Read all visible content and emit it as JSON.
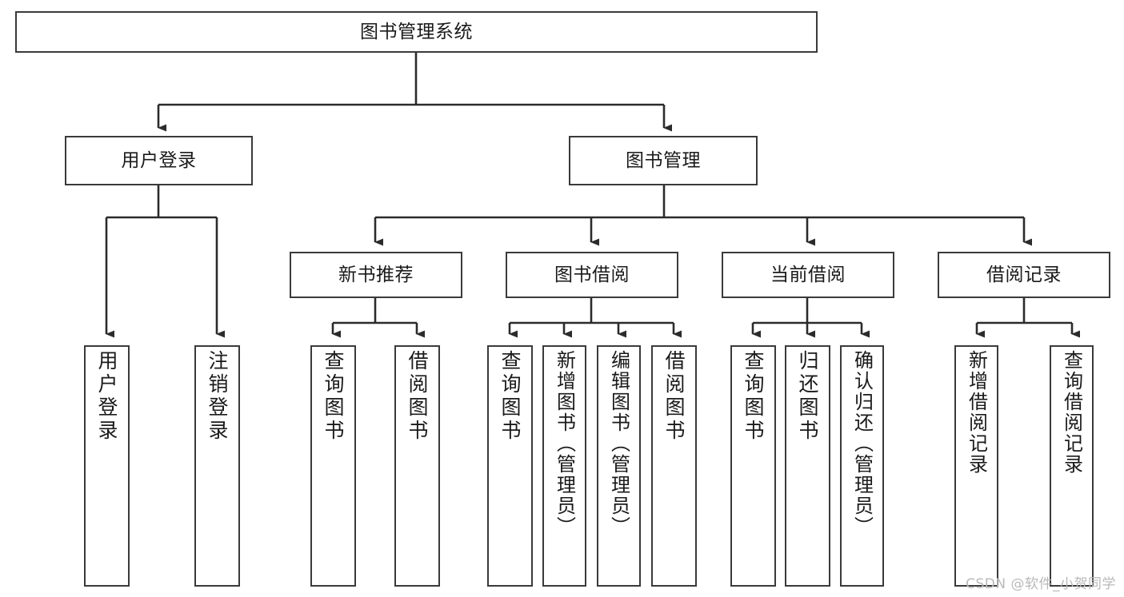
{
  "diagram": {
    "title": "图书管理系统",
    "type": "tree-hierarchy-diagram",
    "root": {
      "id": "root",
      "label": "图书管理系统"
    },
    "level2": [
      {
        "id": "user-login",
        "label": "用户登录"
      },
      {
        "id": "book-management",
        "label": "图书管理"
      }
    ],
    "level3": [
      {
        "id": "new-book-recommend",
        "label": "新书推荐"
      },
      {
        "id": "book-borrow",
        "label": "图书借阅"
      },
      {
        "id": "current-borrow",
        "label": "当前借阅"
      },
      {
        "id": "borrow-record",
        "label": "借阅记录"
      }
    ],
    "leaves": {
      "user_login": [
        {
          "id": "leaf-user-login",
          "label": "用户登录"
        },
        {
          "id": "leaf-logout-login",
          "label": "注销登录"
        }
      ],
      "new_book_recommend": [
        {
          "id": "leaf-query-book-1",
          "label": "查询图书"
        },
        {
          "id": "leaf-borrow-book-1",
          "label": "借阅图书"
        }
      ],
      "book_borrow": [
        {
          "id": "leaf-query-book-2",
          "label": "查询图书"
        },
        {
          "id": "leaf-add-book",
          "label": "新增图书（管理员）"
        },
        {
          "id": "leaf-edit-book",
          "label": "编辑图书（管理员）"
        },
        {
          "id": "leaf-borrow-book-2",
          "label": "借阅图书"
        }
      ],
      "current_borrow": [
        {
          "id": "leaf-query-book-3",
          "label": "查询图书"
        },
        {
          "id": "leaf-return-book",
          "label": "归还图书"
        },
        {
          "id": "leaf-confirm-return",
          "label": "确认归还（管理员）"
        }
      ],
      "borrow_record": [
        {
          "id": "leaf-add-borrow-record",
          "label": "新增借阅记录"
        },
        {
          "id": "leaf-query-borrow-record",
          "label": "查询借阅记录"
        }
      ]
    },
    "colors": {
      "stroke": "#3a3a3a",
      "fill": "#ffffff",
      "text": "#1a1a1a",
      "watermark": "#b9b9b9"
    }
  },
  "watermark": {
    "text": "CSDN @软件_小贺同学"
  }
}
